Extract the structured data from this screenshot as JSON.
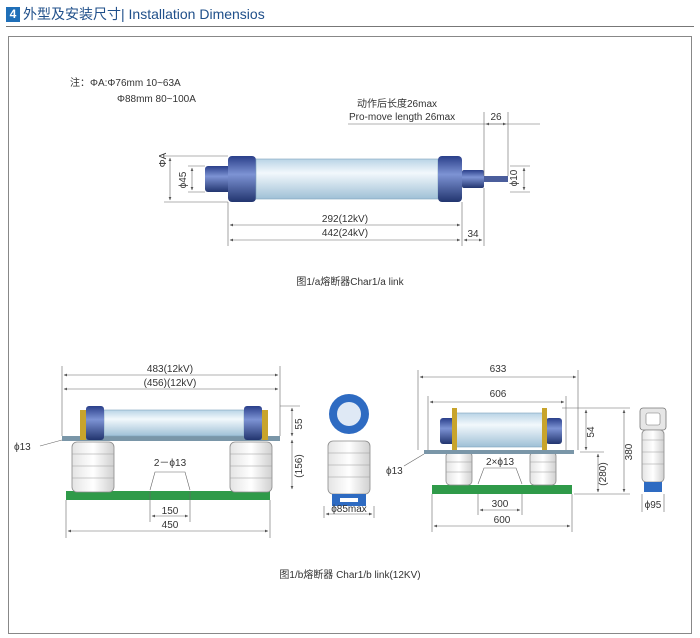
{
  "header": {
    "number": "4",
    "title": "外型及安装尺寸| Installation Dimensios"
  },
  "note": {
    "line1": "注：ΦA:Φ76mm 10~63A",
    "line2": "Φ88mm 80~100A"
  },
  "fig_a": {
    "caption": "图1/a熔断器Char1/a link",
    "dim_phi_a": "ΦA",
    "dim_phi45": "ϕ45",
    "dim_phi10": "ϕ10",
    "action_cn": "动作后长度26max",
    "action_en": "Pro-move length 26max",
    "dim_26": "26",
    "dim_292": "292(12kV)",
    "dim_442": "442(24kV)",
    "dim_34": "34"
  },
  "fig_b": {
    "caption": "图1/b熔断器 Char1/b link(12KV)",
    "left": {
      "dim_483": "483(12kV)",
      "dim_456": "(456)(12kV)",
      "dim_55": "55",
      "dim_156": "(156)",
      "dim_phi13": "ϕ13",
      "dim_2phi13": "2－ϕ13",
      "dim_150": "150",
      "dim_450": "450",
      "dim_phi85": "ϕ85max"
    },
    "right": {
      "dim_633": "633",
      "dim_606": "606",
      "dim_54": "54",
      "dim_280": "(280)",
      "dim_380": "380",
      "dim_phi13": "ϕ13",
      "dim_2phi13": "2×ϕ13",
      "dim_300": "300",
      "dim_600": "600",
      "dim_phi95": "ϕ95"
    }
  }
}
